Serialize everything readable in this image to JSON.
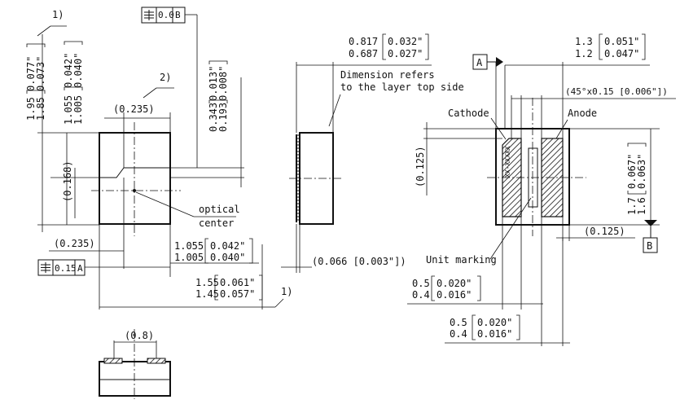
{
  "notes": {
    "note1": "1)",
    "note2": "2)"
  },
  "top_view": {
    "dim_1_95": "1.95",
    "dim_1_85": "1.85",
    "dim_0_077": "0.077\"",
    "dim_0_073": "0.073\"",
    "dim_1_055v": "1.055",
    "dim_1_005v": "1.005",
    "dim_0_042v": "0.042\"",
    "dim_0_040v": "0.040\"",
    "dim_0_235_top": "(0.235)",
    "dim_0_168": "(0.168)",
    "dim_0_343": "0.343",
    "dim_0_193": "0.193",
    "dim_0_013": "0.013\"",
    "dim_0_008": "0.008\"",
    "dim_0_235_bot": "(0.235)",
    "dim_1_055h": "1.055",
    "dim_1_005h": "1.005",
    "dim_0_042h": "0.042\"",
    "dim_0_040h": "0.040\"",
    "dim_1_55": "1.55",
    "dim_1_45": "1.45",
    "dim_0_061": "0.061\"",
    "dim_0_057": "0.057\"",
    "optical_center_1": "optical",
    "optical_center_2": "center",
    "tol_frame_top_value": "0.0",
    "tol_frame_top_datum": "B",
    "tol_frame_left_value": "0.15",
    "tol_frame_left_datum": "A"
  },
  "side_view": {
    "dim_0_817": "0.817",
    "dim_0_687": "0.687",
    "dim_0_032": "0.032\"",
    "dim_0_027": "0.027\"",
    "dim_note_1": "Dimension refers",
    "dim_note_2": "to the layer top side",
    "dim_0_066": "(0.066 [0.003\"])"
  },
  "front_view": {
    "dim_0_8": "(0.8)"
  },
  "bottom_view": {
    "dim_1_3": "1.3",
    "dim_1_2": "1.2",
    "dim_0_051": "0.051\"",
    "dim_0_047": "0.047\"",
    "chamfer": "(45°x0.15 [0.006\"])",
    "cathode": "Cathode",
    "anode": "Anode",
    "dim_0_125_left": "(0.125)",
    "dim_1_7": "1.7",
    "dim_1_6": "1.6",
    "dim_0_067": "0.067\"",
    "dim_0_063": "0.063\"",
    "dim_0_125_right": "(0.125)",
    "unit_marking": "Unit marking",
    "dim_0_5_a": "0.5",
    "dim_0_4_a": "0.4",
    "dim_0_020_a": "0.020\"",
    "dim_0_016_a": "0.016\"",
    "dim_0_5_b": "0.5",
    "dim_0_4_b": "0.4",
    "dim_0_020_b": "0.020\"",
    "dim_0_016_b": "0.016\"",
    "datum_a": "A",
    "datum_b": "B"
  }
}
